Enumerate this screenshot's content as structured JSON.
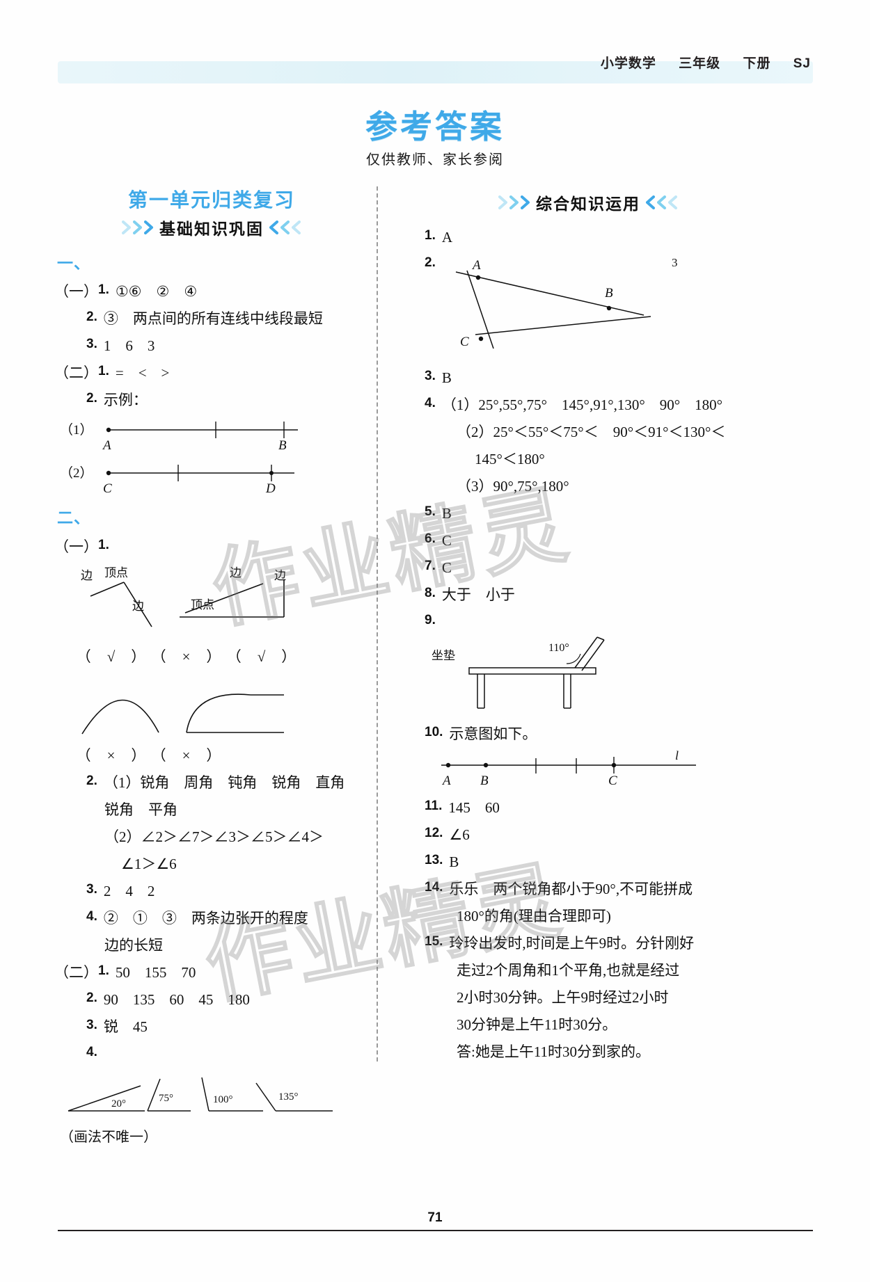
{
  "header": {
    "subject": "小学数学",
    "grade": "三年级",
    "volume": "下册",
    "edition": "SJ"
  },
  "title": "参考答案",
  "subtitle": "仅供教师、家长参阅",
  "watermark": "作业精灵",
  "page_number": "71",
  "left": {
    "unit_title": "第一单元归类复习",
    "section_label": "基础知识巩固",
    "group1_label": "一、",
    "group2_label": "二、",
    "g1": {
      "p1_label": "（一）",
      "p1_q1_num": "1.",
      "p1_q1": "①⑥　②　④",
      "p1_q2_num": "2.",
      "p1_q2": "③　两点间的所有连线中线段最短",
      "p1_q3_num": "3.",
      "p1_q3": "1　6　3",
      "p2_label": "（二）",
      "p2_q1_num": "1.",
      "p2_q1": "=　<　>",
      "p2_q2_num": "2.",
      "p2_q2": "示例：",
      "fig1_label": "（1）",
      "fig1_a": "A",
      "fig1_b": "B",
      "fig2_label": "（2）",
      "fig2_c": "C",
      "fig2_d": "D"
    },
    "g2": {
      "p1_label": "（一）",
      "q1_num": "1.",
      "fig_side1": "边",
      "fig_vertex1": "顶点",
      "fig_side2": "边",
      "fig_vertex2": "顶点",
      "fig_side3": "边",
      "fig_side4": "边",
      "check_row1": [
        "（　√　）",
        "（　×　）",
        "（　√　）"
      ],
      "check_row2": [
        "（　×　）",
        "（　×　）"
      ],
      "q2_num": "2.",
      "q2_l1": "（1）锐角　周角　钝角　锐角　直角",
      "q2_l2": "锐角　平角",
      "q2_l3": "（2）∠2＞∠7＞∠3＞∠5＞∠4＞",
      "q2_l4": "∠1＞∠6",
      "q3_num": "3.",
      "q3": "2　4　2",
      "q4_num": "4.",
      "q4_l1": "②　①　③　两条边张开的程度",
      "q4_l2": "边的长短",
      "p2_label": "（二）",
      "p2_q1_num": "1.",
      "p2_q1": "50　155　70",
      "p2_q2_num": "2.",
      "p2_q2": "90　135　60　45　180",
      "p2_q3_num": "3.",
      "p2_q3": "锐　45",
      "p2_q4_num": "4.",
      "angles": [
        "20°",
        "75°",
        "100°",
        "135°"
      ],
      "note": "（画法不唯一）"
    }
  },
  "right": {
    "section_label": "综合知识运用",
    "items": [
      {
        "num": "1.",
        "text": "A"
      },
      {
        "num": "2.",
        "text": "",
        "figure": "triangle-rays",
        "fig_labels": [
          "A",
          "B",
          "C"
        ],
        "corner_mark": "3"
      },
      {
        "num": "3.",
        "text": "B"
      },
      {
        "num": "4.",
        "lines": [
          "（1）25°,55°,75°　145°,91°,130°　90°　180°",
          "（2）25°＜55°＜75°＜　90°＜91°＜130°＜",
          "145°＜180°",
          "（3）90°,75°,180°"
        ]
      },
      {
        "num": "5.",
        "text": "B"
      },
      {
        "num": "6.",
        "text": "C"
      },
      {
        "num": "7.",
        "text": "C"
      },
      {
        "num": "8.",
        "text": "大于　小于"
      },
      {
        "num": "9.",
        "text": "",
        "figure": "chair",
        "fig_labels": [
          "坐垫",
          "110°"
        ]
      },
      {
        "num": "10.",
        "text": "示意图如下。",
        "figure": "number-line",
        "fig_labels": [
          "A",
          "B",
          "C",
          "l"
        ]
      },
      {
        "num": "11.",
        "text": "145　60"
      },
      {
        "num": "12.",
        "text": "∠6"
      },
      {
        "num": "13.",
        "text": "B"
      },
      {
        "num": "14.",
        "lines": [
          "乐乐　两个锐角都小于90°,不可能拼成",
          "180°的角(理由合理即可)"
        ]
      },
      {
        "num": "15.",
        "lines": [
          "玲玲出发时,时间是上午9时。分针刚好",
          "走过2个周角和1个平角,也就是经过",
          "2小时30分钟。上午9时经过2小时",
          "30分钟是上午11时30分。",
          "答:她是上午11时30分到家的。"
        ]
      }
    ]
  },
  "colors": {
    "accent": "#3fa9e8",
    "chevron_light": "#8fd6ef",
    "chevron_dark": "#3fa9e8",
    "ink": "#111111"
  }
}
